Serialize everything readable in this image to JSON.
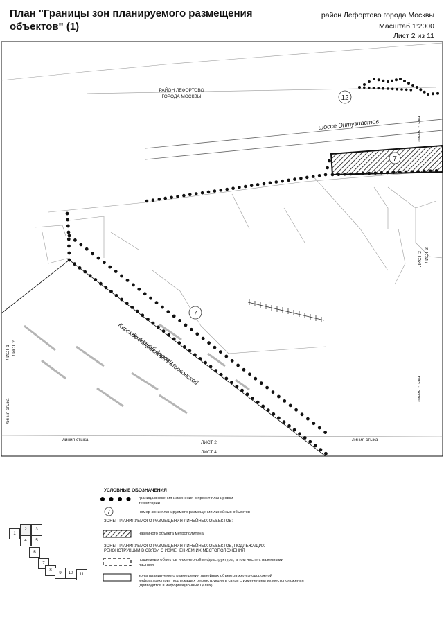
{
  "header": {
    "title": "План \"Границы зон планируемого размещения объектов\" (1)",
    "district": "район Лефортово города Москвы",
    "scale": "Масштаб 1:2000",
    "sheet": "Лист 2 из 11"
  },
  "map": {
    "district_label_1": "РАЙОН ЛЕФОРТОВО",
    "district_label_2": "ГОРОДА МОСКВЫ",
    "road_label": "шоссе Энтузиастов",
    "railway_label_1": "Курское направление Московской",
    "railway_label_2": "железной дороги",
    "zone_7_top": "7",
    "zone_7_mid": "7",
    "zone_12": "12",
    "sheet_left_1": "ЛИСТ 1",
    "sheet_left_2": "ЛИСТ 2",
    "sheet_right_2": "ЛИСТ 2",
    "sheet_right_3": "ЛИСТ 3",
    "sheet_bottom_2": "ЛИСТ 2",
    "sheet_bottom_4": "ЛИСТ 4",
    "junction_left": "линия стыка",
    "junction_bottom_left": "линия стыка",
    "junction_bottom_right": "линия стыка",
    "junction_right_top": "линия стыка",
    "junction_right_bottom": "линия стыка"
  },
  "legend": {
    "title": "УСЛОВНЫЕ ОБОЗНАЧЕНИЯ",
    "boundary": "граница внесения изменения в проект планировки территории",
    "zone_number_symbol": "7",
    "zone_number": "номер зоны планируемого размещения линейных объектов",
    "heading_zones": "ЗОНЫ ПЛАНИРУЕМОГО РАЗМЕЩЕНИЯ ЛИНЕЙНЫХ ОБЪЕКТОВ:",
    "metro": "наземного объекта метрополитена",
    "heading_reconstruction": "ЗОНЫ ПЛАНИРУЕМОГО РАЗМЕЩЕНИЯ ЛИНЕЙНЫХ ОБЪЕКТОВ, ПОДЛЕЖАЩИХ РЕКОНСТРУКЦИИ В СВЯЗИ С ИЗМЕНЕНИЕМ ИХ МЕСТОПОЛОЖЕНИЯ",
    "underground": "подземных объектов инженерной инфраструктуры, в том числе с наземными частями",
    "railway_zone": "зоны планируемого размещения линейных объектов железнодорожной инфраструктуры, подлежащих реконструкции в связи с изменением их местоположения (приводится в информационных целях)"
  },
  "sheet_index": [
    "1",
    "2",
    "3",
    "4",
    "5",
    "6",
    "7",
    "8",
    "9",
    "10",
    "11"
  ],
  "sheet_index_current": "2",
  "colors": {
    "ink": "#111111",
    "thin_line": "#9a9a9a",
    "background": "#ffffff"
  }
}
